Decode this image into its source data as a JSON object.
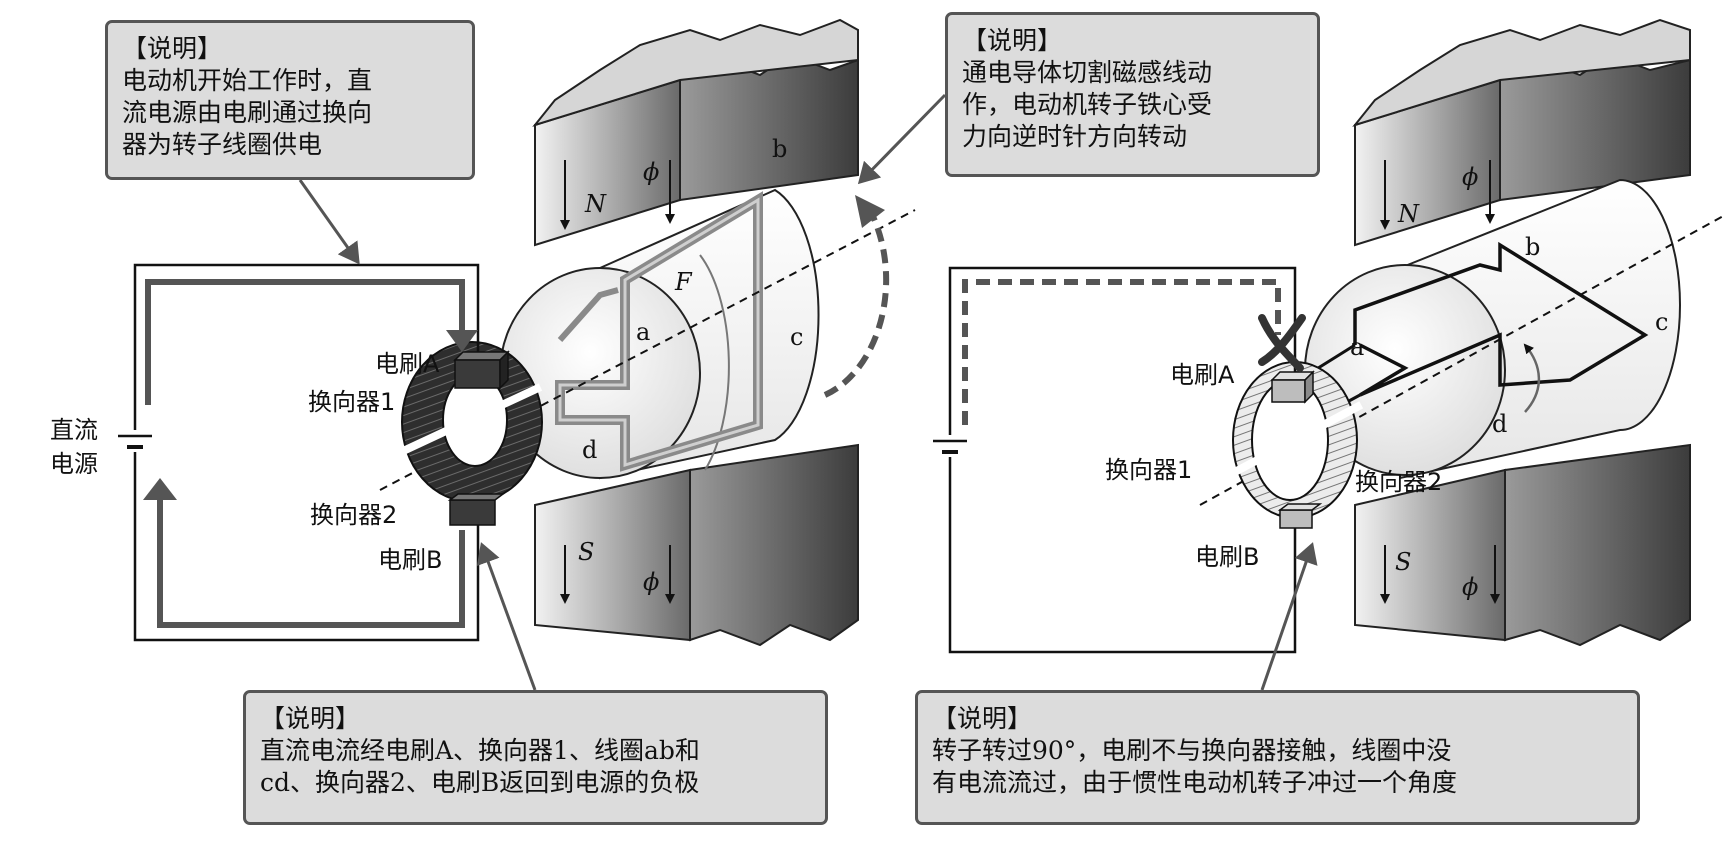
{
  "notes": {
    "top_left": {
      "title": "【说明】",
      "lines": [
        "电动机开始工作时，直",
        "流电源由电刷通过换向",
        "器为转子线圈供电"
      ]
    },
    "top_right": {
      "title": "【说明】",
      "lines": [
        "通电导体切割磁感线动",
        "作，电动机转子铁心受",
        "力向逆时针方向转动"
      ]
    },
    "bottom_left": {
      "title": "【说明】",
      "lines": [
        "直流电流经电刷A、换向器1、线圈ab和",
        "cd、换向器2、电刷B返回到电源的负极"
      ]
    },
    "bottom_right": {
      "title": "【说明】",
      "lines": [
        "转子转过90°，电刷不与换向器接触，线圈中没",
        "有电流流过，由于惯性电动机转子冲过一个角度"
      ]
    }
  },
  "left": {
    "power_label_1": "直流",
    "power_label_2": "电源",
    "brush_a": "电刷A",
    "brush_b": "电刷B",
    "commutator_1": "换向器1",
    "commutator_2": "换向器2",
    "pole_n": "N",
    "pole_s": "S",
    "flux_top": "ϕ",
    "flux_bottom": "ϕ",
    "force": "F",
    "pt_a": "a",
    "pt_b": "b",
    "pt_c": "c",
    "pt_d": "d"
  },
  "right": {
    "brush_a": "电刷A",
    "brush_b": "电刷B",
    "commutator_1": "换向器1",
    "commutator_2": "换向器2",
    "pole_n": "N",
    "pole_s": "S",
    "flux_top": "ϕ",
    "flux_bottom": "ϕ",
    "pt_a": "a",
    "pt_b": "b",
    "pt_c": "c",
    "pt_d": "d"
  },
  "colors": {
    "note_bg": "#dcdcdc",
    "note_border": "#555555",
    "current_path": "#555555",
    "commutator_dark": "#333333"
  }
}
